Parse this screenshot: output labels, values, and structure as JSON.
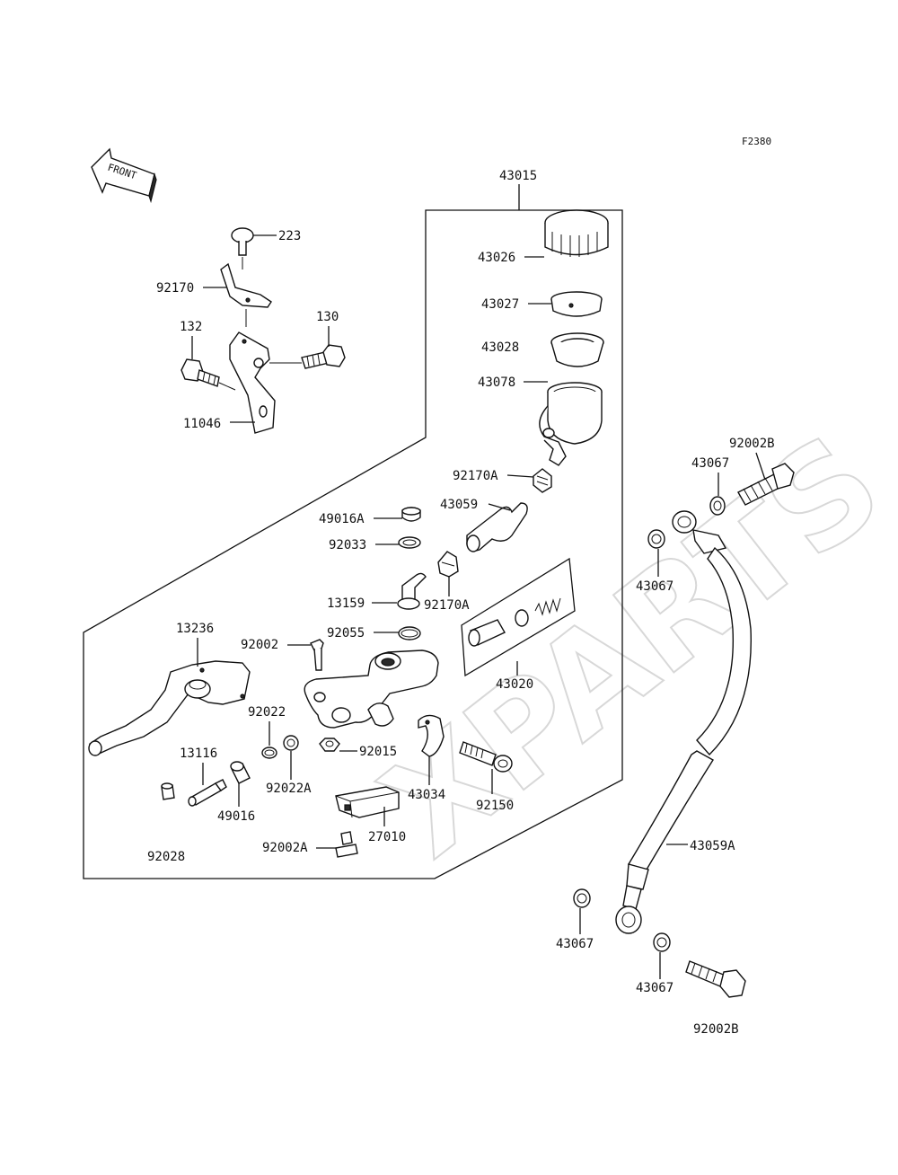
{
  "figure_code": "F2380",
  "front_arrow_text": "FRONT",
  "watermark": "XPARTS",
  "labels": {
    "p43015": "43015",
    "p43026": "43026",
    "p43027": "43027",
    "p43028": "43028",
    "p43078": "43078",
    "p92170A_top": "92170A",
    "p43059": "43059",
    "p49016A": "49016A",
    "p92033": "92033",
    "p92170A_mid": "92170A",
    "p13159": "13159",
    "p92055": "92055",
    "p43020": "43020",
    "p92002": "92002",
    "p13236": "13236",
    "p92022": "92022",
    "p92022A": "92022A",
    "p92015": "92015",
    "p13116": "13116",
    "p49016": "49016",
    "p92028": "92028",
    "p43034": "43034",
    "p92150": "92150",
    "p27010": "27010",
    "p92002A": "92002A",
    "p223": "223",
    "p92170": "92170",
    "p132": "132",
    "p130": "130",
    "p11046": "11046",
    "p92002B_top": "92002B",
    "p43067_top": "43067",
    "p43067_left": "43067",
    "p43059A": "43059A",
    "p43067_bl": "43067",
    "p43067_br": "43067",
    "p92002B_bottom": "92002B"
  }
}
